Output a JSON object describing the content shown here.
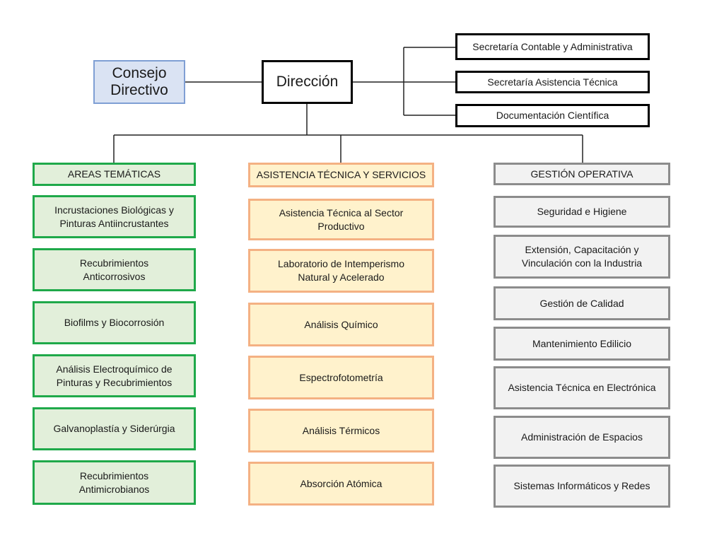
{
  "consejo": "Consejo\nDirectivo",
  "direccion": "Dirección",
  "secretarias": [
    "Secretaría Contable y Administrativa",
    "Secretaría Asistencia Técnica",
    "Documentación Científica"
  ],
  "columns": {
    "areas": {
      "header": "AREAS TEMÁTICAS",
      "items": [
        "Incrustaciones Biológicas y\nPinturas Antiincrustantes",
        "Recubrimientos\nAnticorrosivos",
        "Biofilms y Biocorrosión",
        "Análisis Electroquímico de\nPinturas y Recubrimientos",
        "Galvanoplastía y Siderúrgia",
        "Recubrimientos\nAntimicrobianos"
      ]
    },
    "asistencia": {
      "header": "ASISTENCIA TÉCNICA Y SERVICIOS",
      "items": [
        "Asistencia Técnica al Sector\nProductivo",
        "Laboratorio de Intemperismo\nNatural y Acelerado",
        "Análisis Químico",
        "Espectrofotometría",
        "Análisis Térmicos",
        "Absorción Atómica"
      ]
    },
    "gestion": {
      "header": "GESTIÓN OPERATIVA",
      "items": [
        "Seguridad e Higiene",
        "Extensión, Capacitación y\nVinculación con la Industria",
        "Gestión de Calidad",
        "Mantenimiento Edilicio",
        "Asistencia Técnica en Electrónica",
        "Administración de Espacios",
        "Sistemas Informáticos y Redes"
      ]
    }
  },
  "colors": {
    "consejo_fill": "#dae3f3",
    "consejo_border": "#7f9fd4",
    "green_fill": "#e2efda",
    "green_border": "#1fa94a",
    "orange_fill": "#fff2cc",
    "orange_border": "#f4b183",
    "grey_fill": "#f2f2f2",
    "grey_border": "#8c8c8c"
  }
}
